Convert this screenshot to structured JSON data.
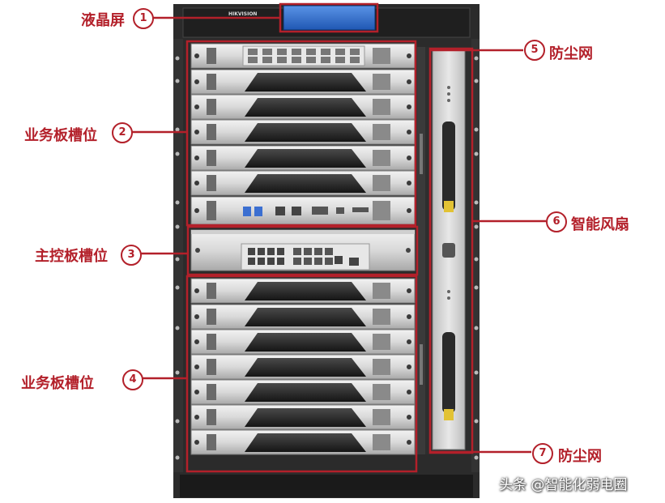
{
  "device": {
    "brand_logo": "HIKVISION"
  },
  "callouts": [
    {
      "num": "1",
      "label": "液晶屏"
    },
    {
      "num": "2",
      "label": "业务板槽位"
    },
    {
      "num": "3",
      "label": "主控板槽位"
    },
    {
      "num": "4",
      "label": "业务板槽位"
    },
    {
      "num": "5",
      "label": "防尘网"
    },
    {
      "num": "6",
      "label": "智能风扇"
    },
    {
      "num": "7",
      "label": "防尘网"
    }
  ],
  "watermark": "头条 @智能化弱电圈",
  "colors": {
    "annotation": "#b3202a",
    "lcd": "#2f6fd0",
    "chassis": "#2b2b2b"
  }
}
